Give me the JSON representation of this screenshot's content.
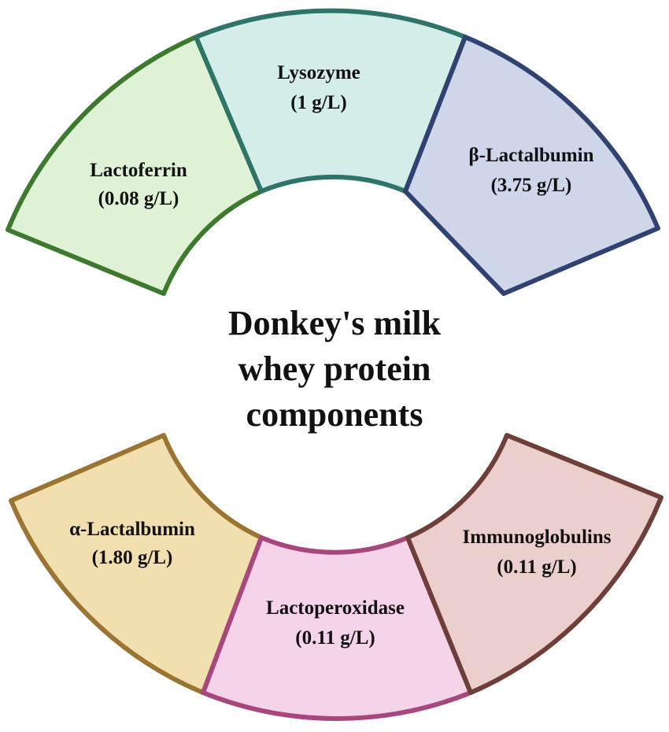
{
  "title": {
    "lines": [
      "Donkey's milk",
      "whey protein",
      "components"
    ]
  },
  "segments": [
    {
      "name": "Lactoferrin",
      "value": "(0.08 g/L)",
      "fill": "#e0f2d6",
      "stroke": "#3d7a2e"
    },
    {
      "name": "Lysozyme",
      "value": "(1 g/L)",
      "fill": "#d4ede8",
      "stroke": "#2e7468"
    },
    {
      "name": "β-Lactalbumin",
      "value": "(3.75 g/L)",
      "fill": "#cfd6ea",
      "stroke": "#2f4272"
    },
    {
      "name": "α-Lactalbumin",
      "value": "(1.80 g/L)",
      "fill": "#f1dfb0",
      "stroke": "#9a7430"
    },
    {
      "name": "Lactoperoxidase",
      "value": "(0.11 g/L)",
      "fill": "#f5d4ea",
      "stroke": "#a8467e"
    },
    {
      "name": "Immunoglobulins",
      "value": "(0.11 g/L)",
      "fill": "#ebcfcc",
      "stroke": "#6e3e38"
    }
  ]
}
